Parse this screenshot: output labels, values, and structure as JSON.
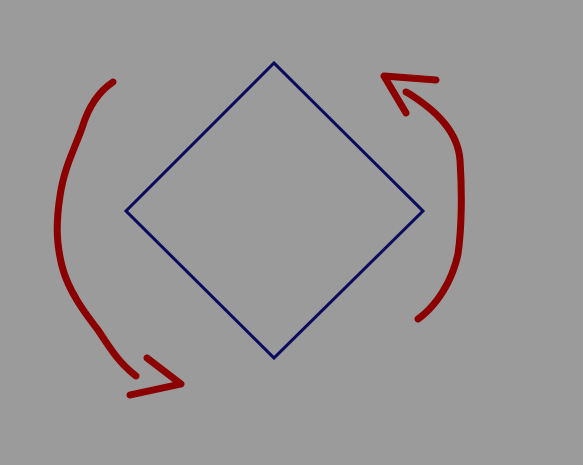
{
  "diagram": {
    "shape": "diamond",
    "annotation": "rotation-arrows",
    "arrow_count": 2
  },
  "colors": {
    "background": "#9b9b9b",
    "diamond_stroke": "#0b0b5e",
    "arrow_stroke": "#8b0000"
  }
}
